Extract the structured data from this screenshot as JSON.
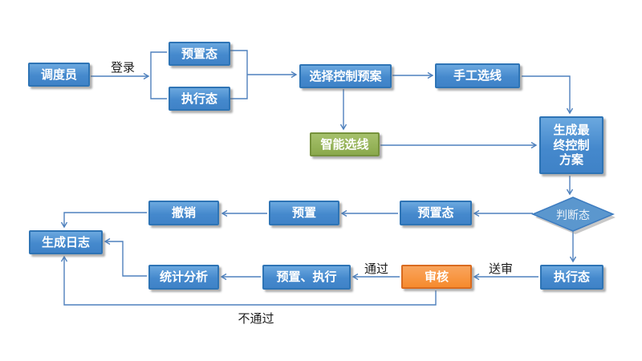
{
  "diagram": {
    "nodes": {
      "dispatcher": {
        "label": "调度员"
      },
      "preset_state_top": {
        "label": "预置态"
      },
      "exec_state_top": {
        "label": "执行态"
      },
      "select_plan": {
        "label": "选择控制预案"
      },
      "manual_select": {
        "label": "手工选线"
      },
      "smart_select": {
        "label": "智能选线"
      },
      "final_plan": {
        "label": "生成最终控制方案"
      },
      "judge_state": {
        "label": "判断态"
      },
      "preset_state_bottom": {
        "label": "预置态"
      },
      "preset": {
        "label": "预置"
      },
      "undo": {
        "label": "撤销"
      },
      "log": {
        "label": "生成日志"
      },
      "stats": {
        "label": "统计分析"
      },
      "preset_exec": {
        "label": "预置、执行"
      },
      "review": {
        "label": "审核"
      },
      "exec_state_bottom": {
        "label": "执行态"
      }
    },
    "edge_labels": {
      "login": "登录",
      "pass": "通过",
      "submit_review": "送审",
      "fail": "不通过"
    },
    "colors": {
      "process_fill": "#4589CD",
      "process_border": "#2E74B5",
      "decision_fill": "#5B97CE",
      "green_fill": "#8FAF53",
      "green_border": "#76923C",
      "orange_fill": "#F79646",
      "orange_border": "#D96B1F",
      "connector": "#4F81BD",
      "node_text": "#FFFFFF",
      "edge_label_text": "#1C1C1C"
    }
  }
}
